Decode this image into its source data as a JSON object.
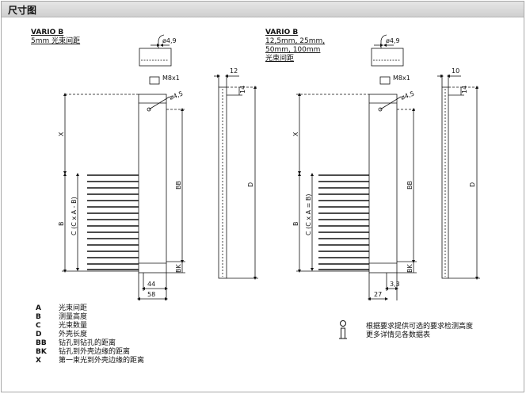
{
  "title": "尺寸图",
  "left_heading": {
    "line1": "VARIO B",
    "line2": "5mm 光束间距"
  },
  "right_heading": {
    "line1": "VARIO B",
    "line2": "12,5mm, 25mm,",
    "line3": "50mm, 100mm",
    "line4": "光束间距"
  },
  "left_dims": {
    "cable": "ø4,9",
    "thread": "M8x1",
    "hole": "ø4,5",
    "x": "X",
    "bb": "BB",
    "bk": "BK",
    "b": "B",
    "c_formula": "C (C x A - B)",
    "d": "D",
    "side_width": "12",
    "side_small": "14",
    "w44": "44",
    "w58": "58"
  },
  "right_dims": {
    "cable": "ø4,9",
    "thread": "M8x1",
    "hole": "ø4,5",
    "x": "X",
    "bb": "BB",
    "bk": "BK",
    "b": "B",
    "c_formula": "C (C x A = B)",
    "d": "D",
    "side_width": "10",
    "side_small": "14",
    "w33": "3,3",
    "w27": "27"
  },
  "legend": [
    {
      "key": "A",
      "text": "光束间距"
    },
    {
      "key": "B",
      "text": "测量高度"
    },
    {
      "key": "C",
      "text": "光束数量"
    },
    {
      "key": "D",
      "text": "外壳长度"
    },
    {
      "key": "BB",
      "text": "钻孔到钻孔的距离"
    },
    {
      "key": "BK",
      "text": "钻孔到外壳边缘的距离"
    },
    {
      "key": "X",
      "text": "第一束光到外壳边缘的距离"
    }
  ],
  "note": {
    "line1": "根据要求提供可选的要求检测高度",
    "line2": "更多详情见各数据表"
  }
}
